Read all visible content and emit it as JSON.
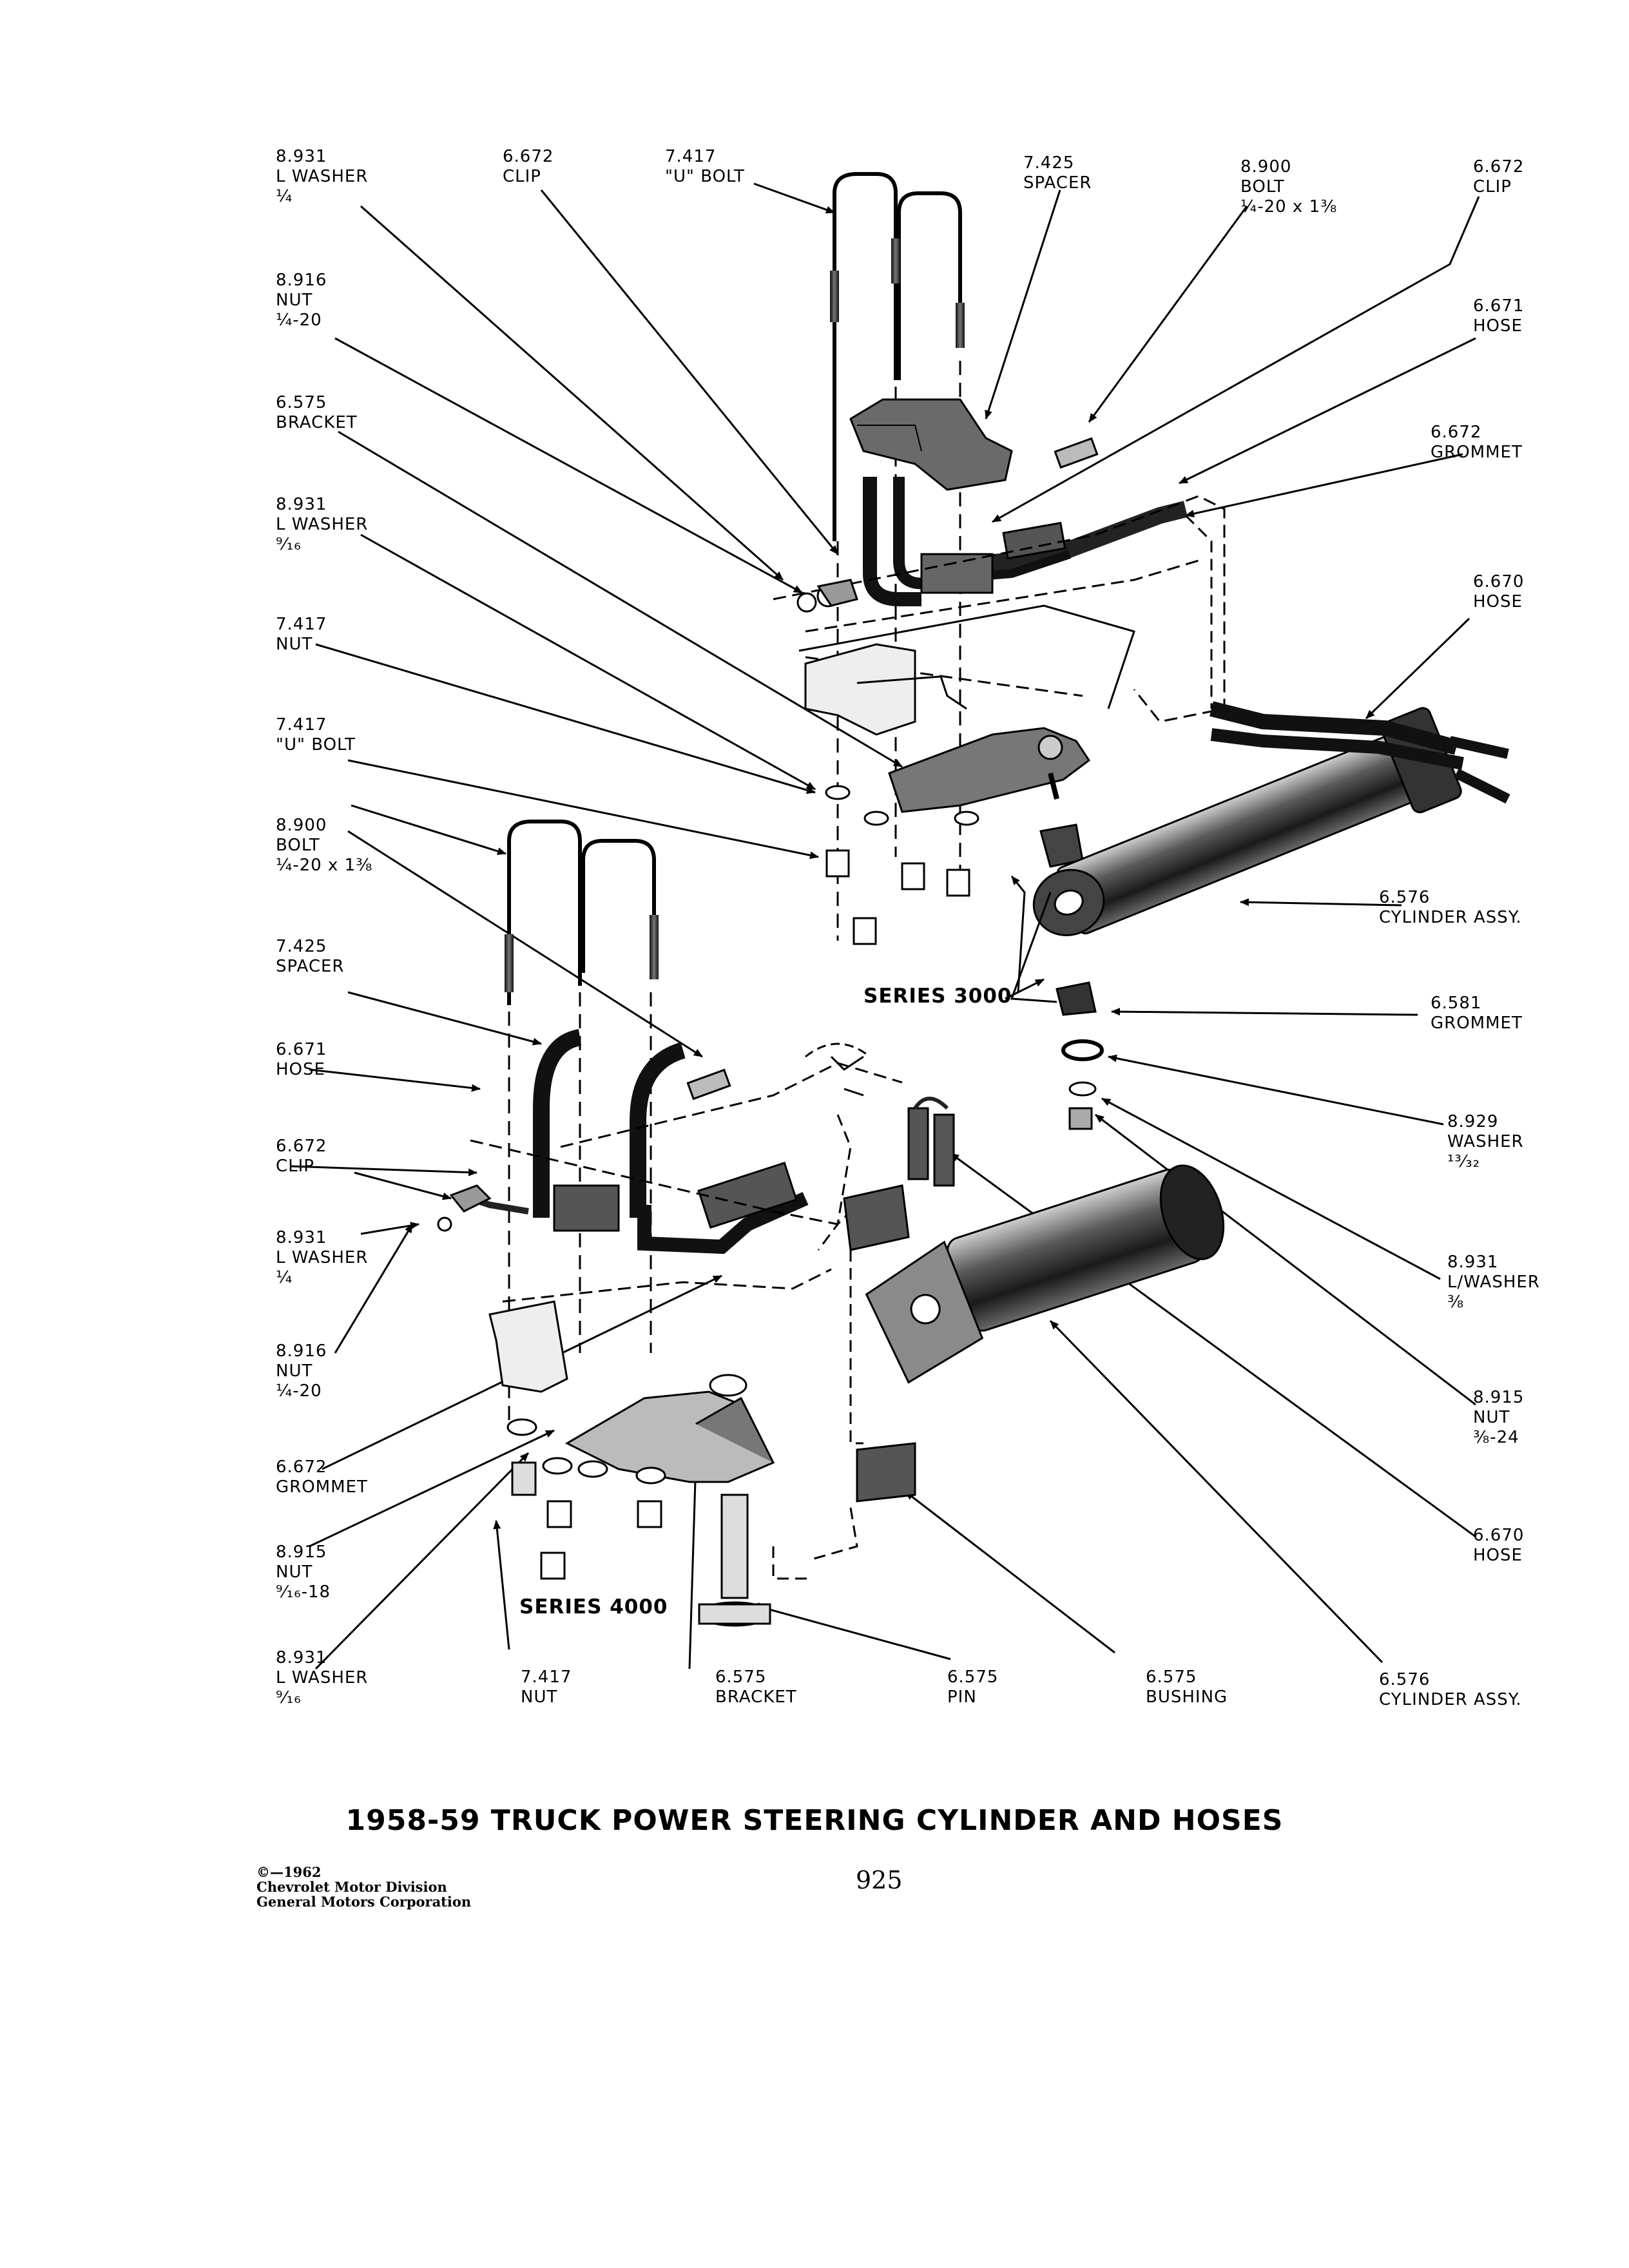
{
  "diagram": {
    "title": "1958-59 TRUCK POWER STEERING CYLINDER AND HOSES",
    "page_number": "925",
    "copyright": [
      "©—1962",
      "Chevrolet Motor Division",
      "General Motors Corporation"
    ],
    "series_3000": "SERIES 3000",
    "series_4000": "SERIES 4000",
    "labels_3000": [
      {
        "code": "8.931",
        "lines": [
          "L WASHER",
          "¼"
        ]
      },
      {
        "code": "6.672",
        "lines": [
          "CLIP"
        ]
      },
      {
        "code": "7.417",
        "lines": [
          "\"U\" BOLT"
        ]
      },
      {
        "code": "7.425",
        "lines": [
          "SPACER"
        ]
      },
      {
        "code": "8.900",
        "lines": [
          "BOLT",
          "¼-20 x 1⅜"
        ]
      },
      {
        "code": "6.672",
        "lines": [
          "CLIP"
        ]
      },
      {
        "code": "8.916",
        "lines": [
          "NUT",
          "¼-20"
        ]
      },
      {
        "code": "6.671",
        "lines": [
          "HOSE"
        ]
      },
      {
        "code": "6.575",
        "lines": [
          "BRACKET"
        ]
      },
      {
        "code": "6.672",
        "lines": [
          "GROMMET"
        ]
      },
      {
        "code": "8.931",
        "lines": [
          "L WASHER",
          "⁹⁄₁₆"
        ]
      },
      {
        "code": "6.670",
        "lines": [
          "HOSE"
        ]
      },
      {
        "code": "7.417",
        "lines": [
          "NUT"
        ]
      },
      {
        "code": "7.417",
        "lines": [
          "\"U\" BOLT"
        ]
      },
      {
        "code": "6.576",
        "lines": [
          "CYLINDER ASSY."
        ]
      },
      {
        "code": "6.581",
        "lines": [
          "GROMMET"
        ]
      },
      {
        "code": "8.929",
        "lines": [
          "WASHER",
          "¹³⁄₃₂"
        ]
      }
    ],
    "labels_4000": [
      {
        "code": "8.900",
        "lines": [
          "BOLT",
          "¼-20 x 1⅜"
        ]
      },
      {
        "code": "7.425",
        "lines": [
          "SPACER"
        ]
      },
      {
        "code": "6.671",
        "lines": [
          "HOSE"
        ]
      },
      {
        "code": "6.672",
        "lines": [
          "CLIP"
        ]
      },
      {
        "code": "8.931",
        "lines": [
          "L WASHER",
          "¼"
        ]
      },
      {
        "code": "8.931",
        "lines": [
          "L/WASHER",
          "⅜"
        ]
      },
      {
        "code": "8.916",
        "lines": [
          "NUT",
          "¼-20"
        ]
      },
      {
        "code": "8.915",
        "lines": [
          "NUT",
          "⅜-24"
        ]
      },
      {
        "code": "6.672",
        "lines": [
          "GROMMET"
        ]
      },
      {
        "code": "8.915",
        "lines": [
          "NUT",
          "⁹⁄₁₆-18"
        ]
      },
      {
        "code": "6.670",
        "lines": [
          "HOSE"
        ]
      },
      {
        "code": "8.931",
        "lines": [
          "L WASHER",
          "⁹⁄₁₆"
        ]
      },
      {
        "code": "7.417",
        "lines": [
          "NUT"
        ]
      },
      {
        "code": "6.575",
        "lines": [
          "BRACKET"
        ]
      },
      {
        "code": "6.575",
        "lines": [
          "PIN"
        ]
      },
      {
        "code": "6.575",
        "lines": [
          "BUSHING"
        ]
      },
      {
        "code": "6.576",
        "lines": [
          "CYLINDER ASSY."
        ]
      }
    ]
  }
}
